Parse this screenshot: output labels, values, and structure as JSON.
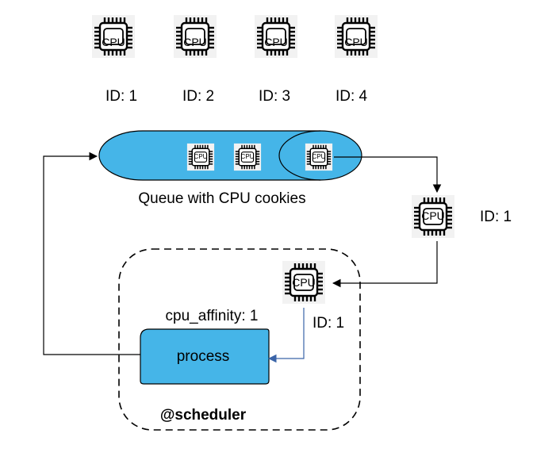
{
  "colors": {
    "queue_fill": "#45b5e8",
    "process_fill": "#45b5e8",
    "arrow_black": "#000000",
    "arrow_blue": "#3a64a8",
    "chip_tile": "#f2f2f2"
  },
  "icons": {
    "cpu_chip": "cpu-chip-icon"
  },
  "cpu_row": {
    "chip_text": "CPU",
    "labels": [
      "ID: 1",
      "ID: 2",
      "ID: 3",
      "ID: 4"
    ]
  },
  "queue": {
    "label": "Queue with CPU cookies",
    "cookie_text": "CPU"
  },
  "dequeued_cpu": {
    "chip_text": "CPU",
    "label": "ID: 1"
  },
  "scheduler": {
    "label": "@scheduler",
    "cpu_chip_text": "CPU",
    "cpu_label": "ID: 1",
    "affinity_label": "cpu_affinity: 1",
    "process_label": "process"
  }
}
